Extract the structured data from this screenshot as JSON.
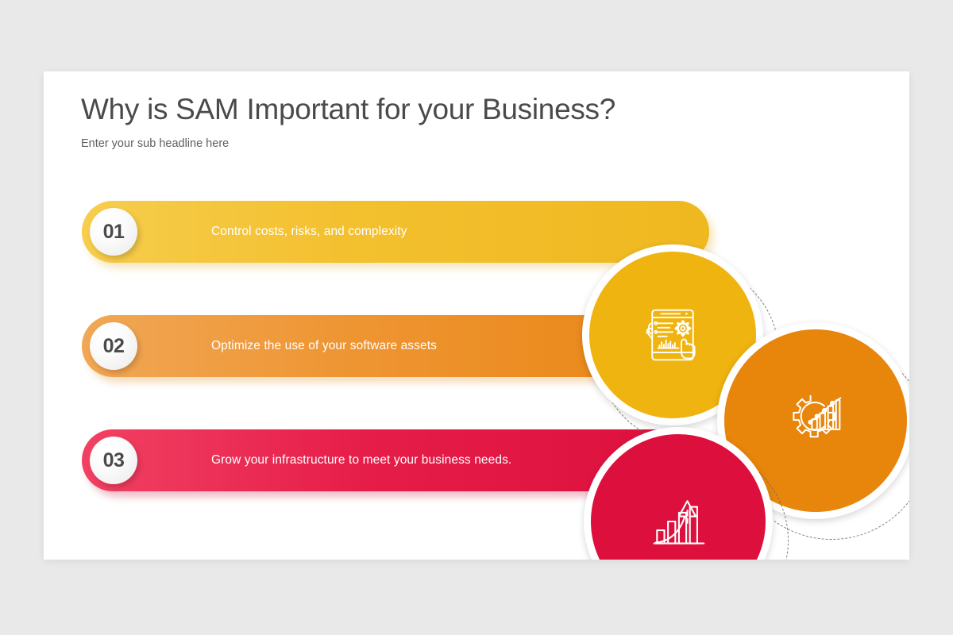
{
  "slide": {
    "title": "Why is SAM Important for your Business?",
    "subtitle": "Enter your sub headline here",
    "background_color": "#e9e9e9",
    "card_color": "#ffffff"
  },
  "items": [
    {
      "number": "01",
      "text": "Control costs, risks, and complexity",
      "color": "#efb820",
      "circle_color": "#efb40f",
      "icon": "tablet-report-gear-hand-icon"
    },
    {
      "number": "02",
      "text": "Optimize the use of your software assets",
      "color": "#ee9431",
      "circle_color": "#e8850b",
      "icon": "gear-bar-chart-icon"
    },
    {
      "number": "03",
      "text": "Grow your infrastructure to meet your business needs.",
      "color": "#dd0f3c",
      "circle_color": "#dd0f3c",
      "icon": "growth-arrow-chart-icon"
    }
  ]
}
